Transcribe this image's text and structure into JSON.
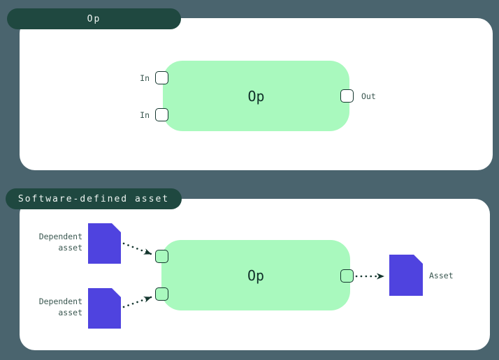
{
  "colors": {
    "page_background": "#4A646E",
    "tab_background": "#1F4840",
    "tab_text": "#EFF5F2",
    "panel_background": "#FFFFFF",
    "op_node_fill": "#A9F9BE",
    "op_node_text": "#11322A",
    "port_border": "#14362E",
    "port_fill_white": "#FFFFFF",
    "port_fill_green": "#A9F9BE",
    "asset_document_fill": "#4F43DF",
    "label_text": "#3A5750",
    "arrow_color": "#14362E"
  },
  "op_panel": {
    "tab_label": "Op",
    "node_label": "Op",
    "inputs": [
      {
        "label": "In"
      },
      {
        "label": "In"
      }
    ],
    "output": {
      "label": "Out"
    }
  },
  "sda_panel": {
    "tab_label": "Software-defined asset",
    "node_label": "Op",
    "dependent_assets": [
      {
        "label": "Dependent asset"
      },
      {
        "label": "Dependent asset"
      }
    ],
    "output_asset": {
      "label": "Asset"
    }
  }
}
